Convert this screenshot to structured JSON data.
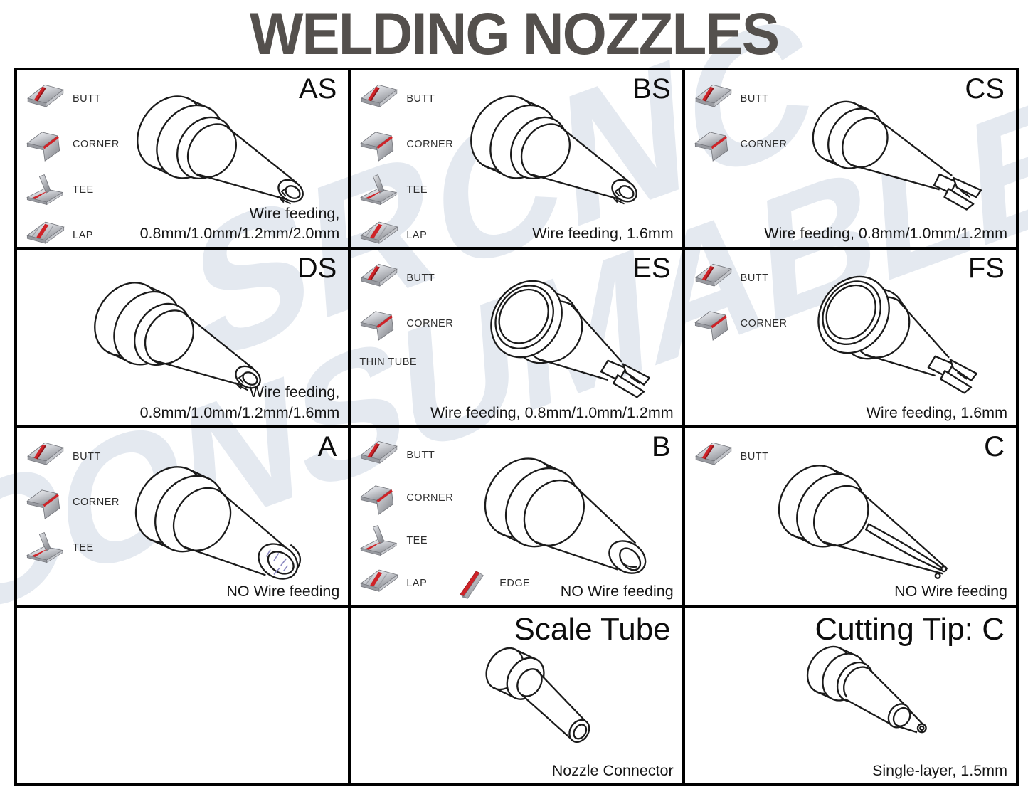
{
  "title": "WELDING NOZZLES",
  "watermark": {
    "line1": "SRCNC",
    "line2": "CONSUMABLES",
    "color": "#e4e9f0"
  },
  "colors": {
    "seam_red": "#cf2328",
    "title_gray": "#54504d",
    "line_black": "#000000"
  },
  "cells": [
    {
      "id": "AS",
      "label": "AS",
      "spec": "Wire feeding,\n0.8mm/1.0mm/1.2mm/2.0mm",
      "joints": [
        {
          "icon": "butt-joint-icon",
          "label": "BUTT"
        },
        {
          "icon": "corner-joint-icon",
          "label": "CORNER"
        },
        {
          "icon": "tee-joint-icon",
          "label": "TEE"
        },
        {
          "icon": "lap-joint-icon",
          "label": "LAP"
        }
      ]
    },
    {
      "id": "BS",
      "label": "BS",
      "spec": "Wire feeding, 1.6mm",
      "joints": [
        {
          "icon": "butt-joint-icon",
          "label": "BUTT"
        },
        {
          "icon": "corner-joint-icon",
          "label": "CORNER"
        },
        {
          "icon": "tee-joint-icon",
          "label": "TEE"
        },
        {
          "icon": "lap-joint-icon",
          "label": "LAP"
        }
      ]
    },
    {
      "id": "CS",
      "label": "CS",
      "spec": "Wire feeding, 0.8mm/1.0mm/1.2mm",
      "joints": [
        {
          "icon": "butt-joint-icon",
          "label": "BUTT"
        },
        {
          "icon": "corner-joint-icon",
          "label": "CORNER"
        }
      ]
    },
    {
      "id": "DS",
      "label": "DS",
      "spec": "Wire feeding,\n0.8mm/1.0mm/1.2mm/1.6mm",
      "joints": []
    },
    {
      "id": "ES",
      "label": "ES",
      "spec": "Wire feeding, 0.8mm/1.0mm/1.2mm",
      "joints": [
        {
          "icon": "butt-joint-icon",
          "label": "BUTT"
        },
        {
          "icon": "corner-joint-icon",
          "label": "CORNER"
        },
        {
          "icon": null,
          "label": "THIN TUBE"
        }
      ]
    },
    {
      "id": "FS",
      "label": "FS",
      "spec": "Wire feeding, 1.6mm",
      "joints": [
        {
          "icon": "butt-joint-icon",
          "label": "BUTT"
        },
        {
          "icon": "corner-joint-icon",
          "label": "CORNER"
        }
      ]
    },
    {
      "id": "A",
      "label": "A",
      "spec": "NO Wire feeding",
      "joints": [
        {
          "icon": "butt-joint-icon",
          "label": "BUTT"
        },
        {
          "icon": "corner-joint-icon",
          "label": "CORNER"
        },
        {
          "icon": "tee-joint-icon",
          "label": "TEE"
        }
      ]
    },
    {
      "id": "B",
      "label": "B",
      "spec": "NO Wire feeding",
      "joints": [
        {
          "icon": "butt-joint-icon",
          "label": "BUTT"
        },
        {
          "icon": "corner-joint-icon",
          "label": "CORNER"
        },
        {
          "icon": "tee-joint-icon",
          "label": "TEE"
        },
        {
          "icon": "lap-joint-icon",
          "label": "LAP"
        },
        {
          "icon": "edge-joint-icon",
          "label": "EDGE"
        }
      ]
    },
    {
      "id": "C",
      "label": "C",
      "spec": "NO Wire feeding",
      "joints": [
        {
          "icon": "butt-joint-icon",
          "label": "BUTT"
        }
      ]
    },
    {
      "id": "EMPTY"
    },
    {
      "id": "SCALE_TUBE",
      "label": "Scale Tube",
      "spec": "Nozzle Connector",
      "joints": []
    },
    {
      "id": "CUTTING_TIP",
      "label": "Cutting Tip: C",
      "spec": "Single-layer, 1.5mm",
      "joints": []
    }
  ]
}
